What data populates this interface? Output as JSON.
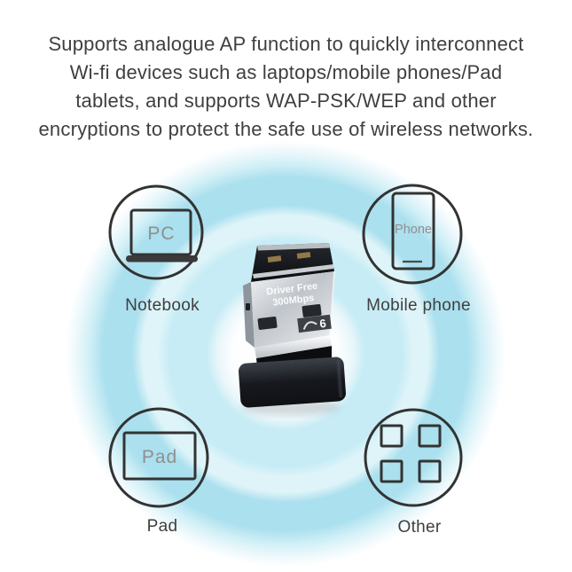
{
  "hero": {
    "lines": [
      "Supports analogue AP function to quickly interconnect",
      "Wi-fi devices such as laptops/mobile phones/Pad",
      "tablets, and supports WAP-PSK/WEP and other",
      "encryptions to protect the safe use of wireless networks."
    ]
  },
  "devices": [
    {
      "id": "notebook",
      "icon_label": "PC",
      "label": "Notebook"
    },
    {
      "id": "mobile-phone",
      "icon_label": "Phone",
      "label": "Mobile phone"
    },
    {
      "id": "pad",
      "icon_label": "Pad",
      "label": "Pad"
    },
    {
      "id": "other",
      "icon_label": "",
      "label": "Other"
    }
  ],
  "adapter": {
    "print_line1": "Driver Free",
    "print_line2": "300Mbps",
    "badge": "6"
  },
  "theme": {
    "text-dark": "#3f3f3f",
    "icon-stroke": "#333333",
    "icon-text": "#8f8f8f",
    "ring-strong": "#abe0ee",
    "ring-soft": "#c7ecf5",
    "ring-gap": "#def4f9"
  }
}
